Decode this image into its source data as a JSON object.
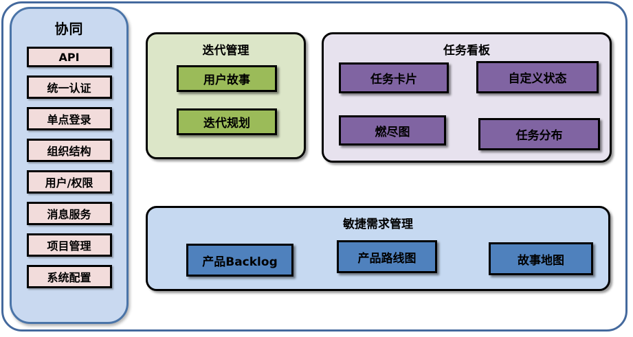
{
  "sidebar": {
    "title": "协同",
    "items": [
      "API",
      "统一认证",
      "单点登录",
      "组织结构",
      "用户/权限",
      "消息服务",
      "项目管理",
      "系统配置"
    ]
  },
  "groups": {
    "iteration": {
      "title": "迭代管理",
      "items": [
        "用户故事",
        "迭代规划"
      ]
    },
    "kanban": {
      "title": "任务看板",
      "items": [
        "任务卡片",
        "自定义状态",
        "燃尽图",
        "任务分布"
      ]
    },
    "agile": {
      "title": "敏捷需求管理",
      "items": [
        "产品Backlog",
        "产品路线图",
        "故事地图"
      ]
    }
  },
  "colors": {
    "outer_border": "#44699D",
    "sidebar_fill": "#C9D9F0",
    "sidebar_border": "#4A74A8",
    "sidebar_item_fill": "#F2DCDB",
    "iteration_fill": "#DCE6C8",
    "iteration_item_fill": "#9BBB59",
    "kanban_fill": "#E7E2EE",
    "kanban_item_fill": "#8064A2",
    "agile_fill": "#C6D9F1",
    "agile_item_fill": "#4F81BD",
    "box_border": "#000000"
  }
}
